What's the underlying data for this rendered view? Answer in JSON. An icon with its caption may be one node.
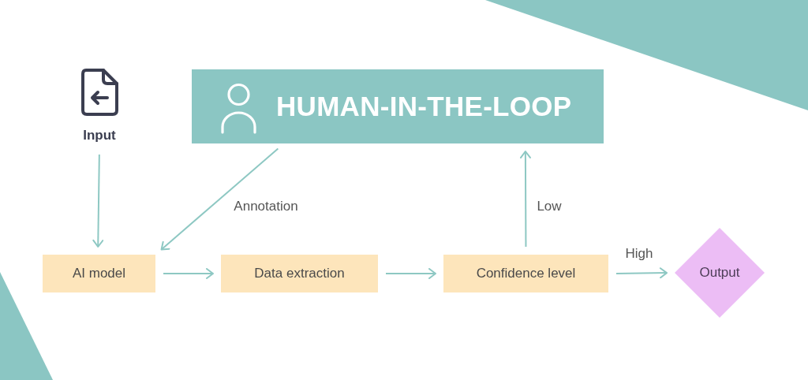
{
  "diagram": {
    "nodes": [
      {
        "text": [
          "Input"
        ]
      },
      {
        "text": [
          "HUMAN-IN-THE-LOOP"
        ]
      },
      {
        "text": [
          "AI model"
        ]
      },
      {
        "text": [
          "Data extraction"
        ]
      },
      {
        "text": [
          "Confidence level"
        ]
      },
      {
        "text": [
          "Output"
        ]
      }
    ],
    "edges": [
      {
        "from": 0,
        "to": 2,
        "arrow": "to"
      },
      {
        "from": 1,
        "to": 2,
        "arrow": "to",
        "label": "Annotation"
      },
      {
        "from": 2,
        "to": 3,
        "arrow": "to"
      },
      {
        "from": 3,
        "to": 4,
        "arrow": "to"
      },
      {
        "from": 4,
        "to": 1,
        "arrow": "to",
        "label": "Low"
      },
      {
        "from": 4,
        "to": 5,
        "arrow": "to",
        "label": "High"
      }
    ]
  }
}
